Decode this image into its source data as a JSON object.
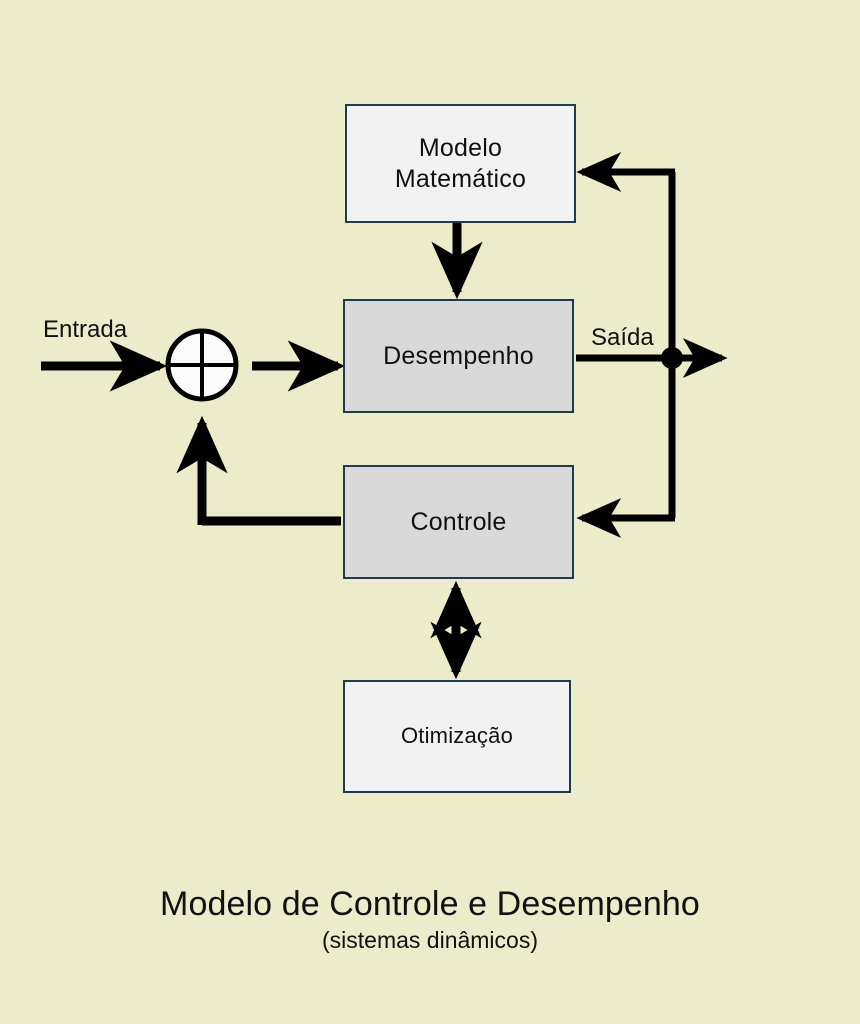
{
  "figure": {
    "background_color": "#ececcb",
    "caption_title": "Modelo de Controle e Desempenho",
    "caption_subtitle": "(sistemas dinâmicos)"
  },
  "diagram": {
    "type": "block-diagram",
    "stroke_color": "#000000",
    "box_border_color": "#1f3b4d",
    "nodes": [
      {
        "id": "modelo-matematico",
        "label": "Modelo\nMatemático",
        "fill": "#f2f2f2"
      },
      {
        "id": "desempenho",
        "label": "Desempenho",
        "fill": "#d9d9d9"
      },
      {
        "id": "controle",
        "label": "Controle",
        "fill": "#d9d9d9"
      },
      {
        "id": "otimizacao",
        "label": "Otimização",
        "fill": "#f2f2f2"
      }
    ],
    "junctions": [
      {
        "id": "summing-junction",
        "shape": "circle-with-cross",
        "fill": "#fbfbfb"
      },
      {
        "id": "output-node",
        "shape": "filled-dot",
        "fill": "#000000"
      }
    ],
    "edge_labels": {
      "input": "Entrada",
      "output": "Saída"
    },
    "connections": [
      {
        "from": "entrada",
        "to": "summing-junction",
        "arrow": "single"
      },
      {
        "from": "summing-junction",
        "to": "desempenho",
        "arrow": "single"
      },
      {
        "from": "modelo-matematico",
        "to": "desempenho",
        "arrow": "single"
      },
      {
        "from": "desempenho",
        "to": "output-node",
        "arrow": "none"
      },
      {
        "from": "output-node",
        "to": "saida",
        "arrow": "single"
      },
      {
        "from": "output-node",
        "to": "modelo-matematico",
        "arrow": "single"
      },
      {
        "from": "output-node",
        "to": "controle",
        "arrow": "single"
      },
      {
        "from": "controle",
        "to": "summing-junction",
        "arrow": "single"
      },
      {
        "from": "controle",
        "to": "otimizacao",
        "arrow": "double"
      }
    ]
  }
}
